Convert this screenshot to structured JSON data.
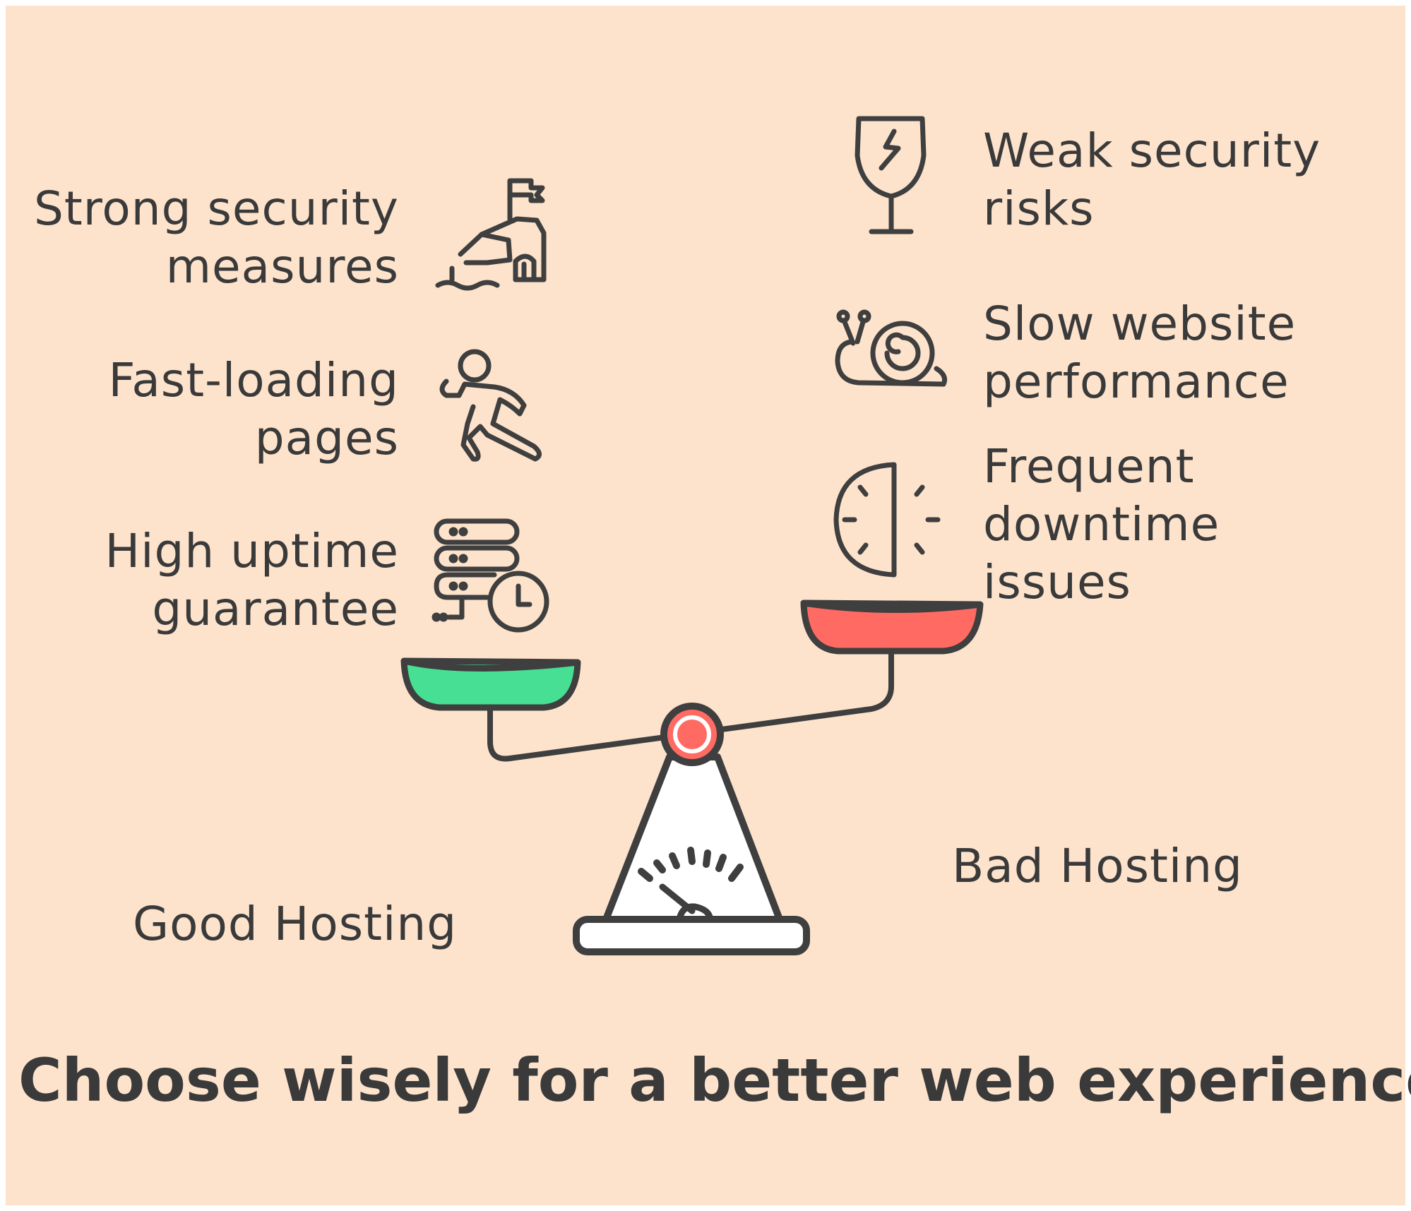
{
  "good_side": {
    "title": "Good Hosting",
    "color": "#46df93",
    "items": [
      {
        "label": "Strong security\nmeasures",
        "icon": "castle-flag-icon"
      },
      {
        "label": "Fast-loading\npages",
        "icon": "running-person-icon"
      },
      {
        "label": "High uptime\nguarantee",
        "icon": "server-clock-icon"
      }
    ]
  },
  "bad_side": {
    "title": "Bad Hosting",
    "color": "#ff6b63",
    "items": [
      {
        "label": "Weak security\nrisks",
        "icon": "cracked-glass-icon"
      },
      {
        "label": "Slow website\nperformance",
        "icon": "snail-icon"
      },
      {
        "label": "Frequent\ndowntime\nissues",
        "icon": "half-clock-icon"
      }
    ]
  },
  "caption": "Choose wisely for a better web experience.",
  "colors": {
    "background": "#fde3cc",
    "ink": "#3f3f3f",
    "pivot": "#ff6b63"
  }
}
